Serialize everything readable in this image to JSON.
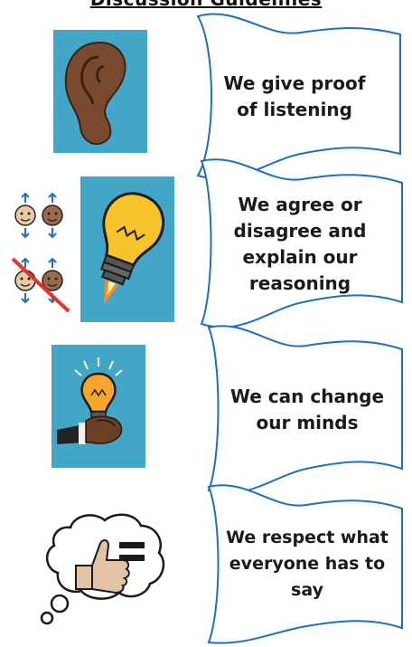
{
  "header": {
    "title": "Discussion Guidelines"
  },
  "guidelines": [
    {
      "text": "We give proof of listening",
      "icon": "ear-icon"
    },
    {
      "text": "We agree or disagree and explain our reasoning",
      "icon": "lightbulb-icon"
    },
    {
      "text": "We can change our minds",
      "icon": "hand-lightbulb-icon"
    },
    {
      "text": "We respect what everyone has to say",
      "icon": "thumbs-up-equals-icon"
    }
  ],
  "colors": {
    "card_blue": "#43a6c6",
    "banner_outline": "#1e6fc0",
    "bulb_yellow": "#f7c52b",
    "skin": "#8a5a3c"
  }
}
